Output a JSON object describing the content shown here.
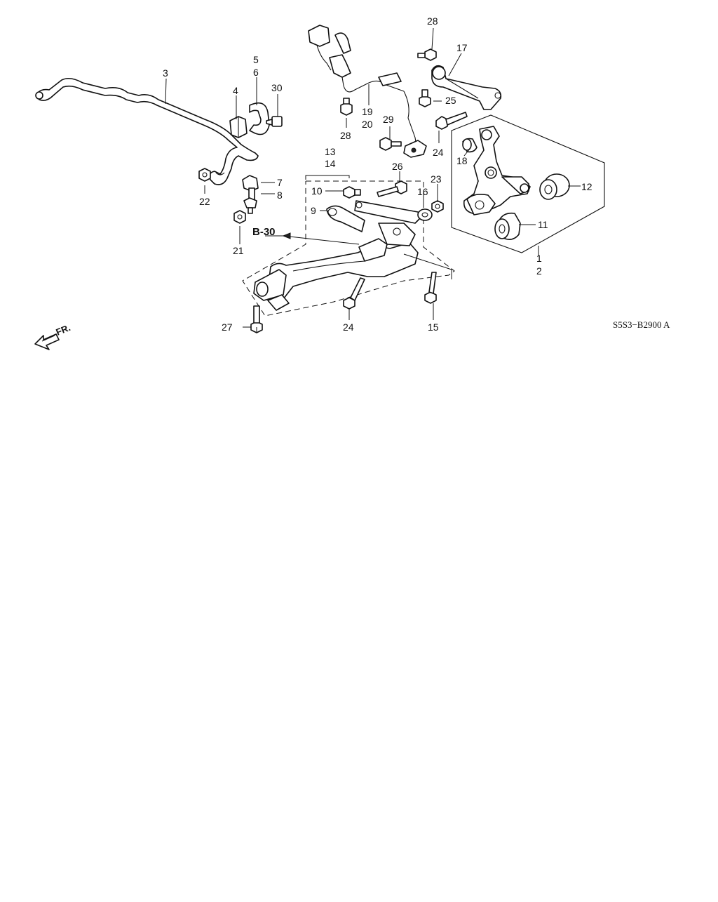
{
  "diagram": {
    "reference_code": "S5S3−B2900 A",
    "front_arrow_label": "FR.",
    "cross_reference": "B-30",
    "callouts": {
      "c1": "1",
      "c2": "2",
      "c3": "3",
      "c4": "4",
      "c5": "5",
      "c6": "6",
      "c7": "7",
      "c8": "8",
      "c9": "9",
      "c10": "10",
      "c11": "11",
      "c12": "12",
      "c13": "13",
      "c14": "14",
      "c15": "15",
      "c16": "16",
      "c17": "17",
      "c18": "18",
      "c19": "19",
      "c20": "20",
      "c21": "21",
      "c22": "22",
      "c23": "23",
      "c24a": "24",
      "c24b": "24",
      "c25": "25",
      "c26": "26",
      "c27": "27",
      "c28a": "28",
      "c28b": "28",
      "c29": "29",
      "c30": "30"
    }
  }
}
